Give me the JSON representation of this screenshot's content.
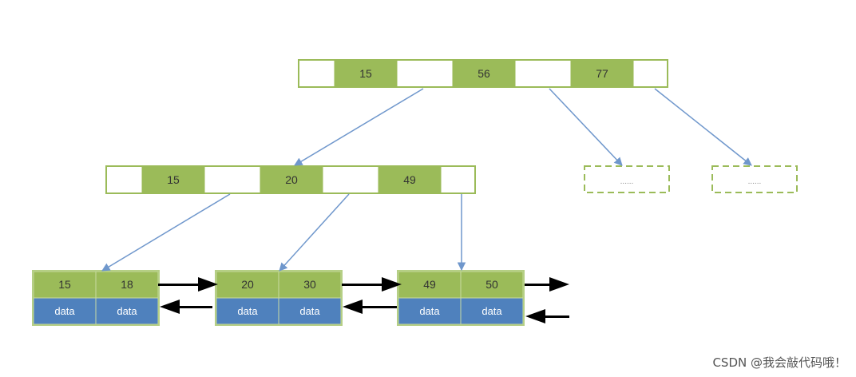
{
  "colors": {
    "green": "#9bbb59",
    "blue": "#4f81bd",
    "border": "#9bbb59",
    "connector": "#6f97cc",
    "sibling_arrow": "#000000"
  },
  "root": {
    "keys": [
      "15",
      "56",
      "77"
    ]
  },
  "internal": {
    "keys": [
      "15",
      "20",
      "49"
    ]
  },
  "placeholders": [
    "......",
    "......"
  ],
  "leaves": [
    {
      "keys": [
        "15",
        "18"
      ],
      "data": [
        "data",
        "data"
      ]
    },
    {
      "keys": [
        "20",
        "30"
      ],
      "data": [
        "data",
        "data"
      ]
    },
    {
      "keys": [
        "49",
        "50"
      ],
      "data": [
        "data",
        "data"
      ]
    }
  ],
  "watermark": "CSDN @我会敲代码哦！"
}
